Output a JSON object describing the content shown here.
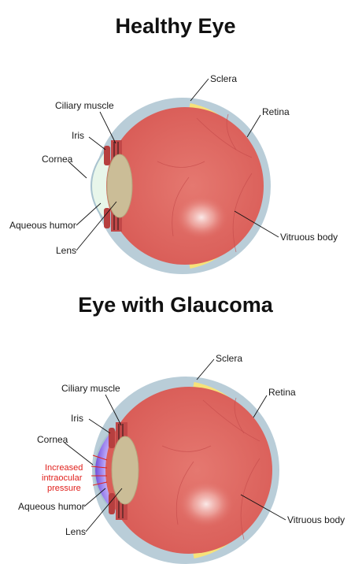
{
  "healthy": {
    "title": "Healthy Eye",
    "labels": {
      "sclera": "Sclera",
      "ciliary_muscle": "Ciliary muscle",
      "retina": "Retina",
      "iris": "Iris",
      "cornea": "Cornea",
      "aqueous_humor": "Aqueous humor",
      "lens": "Lens",
      "vitreous_body": "Vitruous body"
    }
  },
  "glaucoma": {
    "title": "Eye with Glaucoma",
    "labels": {
      "sclera": "Sclera",
      "ciliary_muscle": "Ciliary muscle",
      "retina": "Retina",
      "iris": "Iris",
      "cornea": "Cornea",
      "pressure_line1": "Increased",
      "pressure_line2": "intraocular",
      "pressure_line3": "pressure",
      "aqueous_humor": "Aqueous humor",
      "lens": "Lens",
      "vitreous_body": "Vitruous body"
    }
  },
  "colors": {
    "sclera": "#b9cdd8",
    "vitreous": "#e06a63",
    "retina": "#f6e27a",
    "lens": "#cbbd97",
    "aqueous_healthy": "#e8f6ea",
    "aqueous_glaucoma": "#8a6fe0",
    "pressure_text": "#e0201c"
  }
}
